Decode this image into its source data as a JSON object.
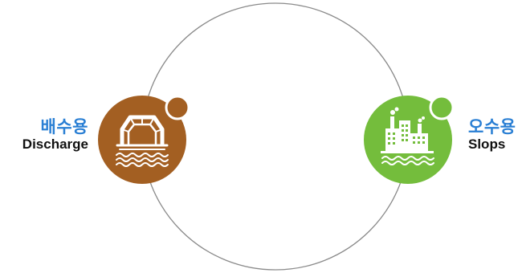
{
  "colors": {
    "ring": "#8a8a8a",
    "discharge_fill": "#a35f22",
    "slops_fill": "#74bd3c",
    "korean_label": "#2a7fd4",
    "icon": "#ffffff"
  },
  "nodes": {
    "discharge": {
      "label_ko": "배수용",
      "label_en": "Discharge",
      "icon": "water-gate-icon"
    },
    "slops": {
      "label_ko": "오수용",
      "label_en": "Slops",
      "icon": "factory-icon"
    }
  }
}
